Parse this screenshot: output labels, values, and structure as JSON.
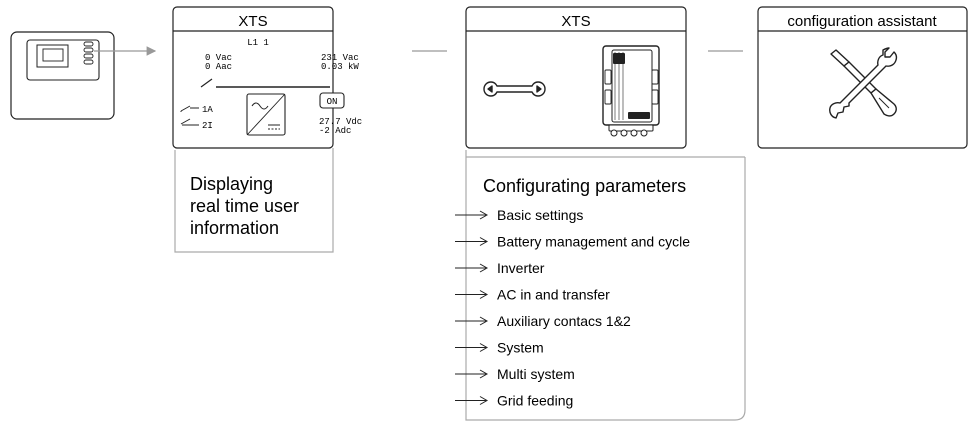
{
  "remote": {
    "icon": "remote-control-device-icon"
  },
  "panel_live": {
    "title": "XTS",
    "phase_label": "L1  1",
    "in_voltage": "0 Vac",
    "in_current": "0 Aac",
    "out_voltage": "231 Vac",
    "out_power": "0.03 kW",
    "switch_1_label": "1A",
    "switch_2_label": "2I",
    "on_badge": "ON",
    "battery_voltage": "27.7 Vdc",
    "battery_current": "-2 Adc"
  },
  "panel_params": {
    "title": "XTS",
    "wrench_icon": "wrench-icon",
    "device_icon": "xtender-inverter-icon"
  },
  "panel_assistant": {
    "title": "configuration assistant",
    "icon": "wrench-screwdriver-icon"
  },
  "live_caption": [
    "Displaying",
    "real time user",
    "information"
  ],
  "params_box": {
    "heading": "Configurating parameters",
    "items": [
      "Basic settings",
      "Battery management and cycle",
      "Inverter",
      "AC in and transfer",
      "Auxiliary contacs 1&2",
      "System",
      "Multi system",
      "Grid feeding"
    ]
  },
  "colors": {
    "line": "#222222",
    "connector": "#999999",
    "frame": "#aaaaaa"
  }
}
